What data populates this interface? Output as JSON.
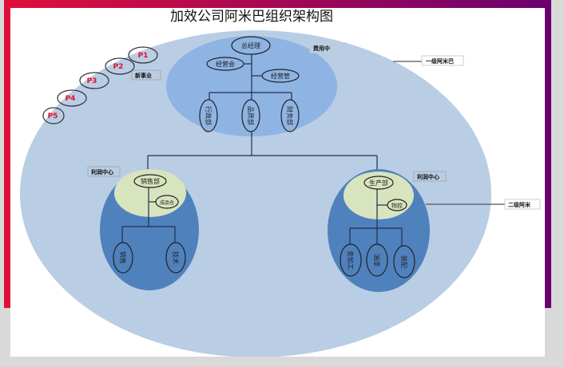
{
  "title": "加效公司阿米巴组织架构图",
  "top": {
    "ceo": "总经理",
    "meeting": "经营会",
    "management": "经营管",
    "depts": [
      "行政部",
      "品质部",
      "财务部"
    ]
  },
  "left": {
    "head": "销售部",
    "warehouse": "成品仓",
    "subs": [
      "销售",
      "技术"
    ]
  },
  "right": {
    "head": "生产部",
    "control": "物控",
    "subs": [
      "金加工",
      "油漆",
      "装配"
    ]
  },
  "labels": {
    "cost_center": "费用中",
    "level1": "一级阿米巴",
    "new_business": "新事业",
    "profit_left": "利润中心",
    "profit_right": "利润中心",
    "level2": "二级阿米"
  },
  "projects": [
    "P1",
    "P2",
    "P3",
    "P4",
    "P5"
  ],
  "colors": {
    "outer": "#b9cde5",
    "top": "#8eb4e3",
    "unit": "#4f81bd",
    "inner": "#d7e4bd",
    "project_text": "#e0102a"
  }
}
